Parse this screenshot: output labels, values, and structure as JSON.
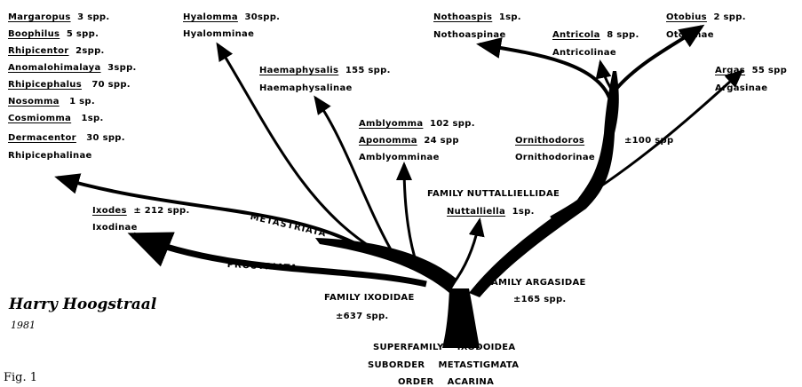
{
  "rhipicephalinae_genera": [
    {
      "genus": "Margaropus",
      "count": "3 spp."
    },
    {
      "genus": "Boophilus",
      "count": "5 spp."
    },
    {
      "genus": "Rhipicentor",
      "count": "2spp."
    },
    {
      "genus": "Anomalohimalaya",
      "count": "3spp."
    },
    {
      "genus": "Rhipicephalus",
      "count": "70 spp."
    },
    {
      "genus": "Nosomma",
      "count": "1 sp."
    },
    {
      "genus": "Cosmiomma",
      "count": "1sp."
    },
    {
      "genus": "Dermacentor",
      "count": "30 spp."
    }
  ],
  "rhipicephalinae": "Rhipicephalinae",
  "hyalomma": {
    "genus": "Hyalomma",
    "count": "30spp.",
    "subfamily": "Hyalomminae"
  },
  "haemaphysalis": {
    "genus": "Haemaphysalis",
    "count": "155 spp.",
    "subfamily": "Haemaphysalinae"
  },
  "amblyomma": {
    "genus": "Amblyomma",
    "count": "102 spp."
  },
  "aponomma": {
    "genus": "Aponomma",
    "count": "24 spp"
  },
  "amblyomminae": "Amblyomminae",
  "ixodes": {
    "genus": "Ixodes",
    "count": "± 212 spp.",
    "subfamily": "Ixodinae"
  },
  "metastriata": "METASTRIATA",
  "prostriata": "PROSTRIATA",
  "nuttalliellidae": {
    "family": "FAMILY NUTTALLIELLIDAE",
    "genus": "Nuttalliella",
    "count": "1sp."
  },
  "ixodidae": {
    "family": "FAMILY IXODIDAE",
    "count": "±637 spp."
  },
  "argasidae": {
    "family": "FAMILY ARGASIDAE",
    "count": "±165 spp."
  },
  "nothoaspis": {
    "genus": "Nothoaspis",
    "count": "1sp.",
    "subfamily": "Nothoaspinae"
  },
  "antricola": {
    "genus": "Antricola",
    "count": "8 spp.",
    "subfamily": "Antricolinae"
  },
  "otobius": {
    "genus": "Otobius",
    "count": "2 spp.",
    "subfamily": "Otobinae"
  },
  "argas": {
    "genus": "Argas",
    "count": "55 spp",
    "subfamily": "Argasinae"
  },
  "ornithodoros": {
    "genus": "Ornithodoros",
    "count": "±100 spp",
    "subfamily": "Ornithodorinae"
  },
  "classification": [
    "SUPERFAMILY    IXODOIDEA",
    "SUBORDER    METASTIGMATA",
    "ORDER    ACARINA"
  ],
  "signature": "Harry Hoogstraal",
  "year": "1981",
  "caption": "Fig. 1",
  "colors": {
    "ink": "#000000",
    "paper": "#ffffff"
  }
}
